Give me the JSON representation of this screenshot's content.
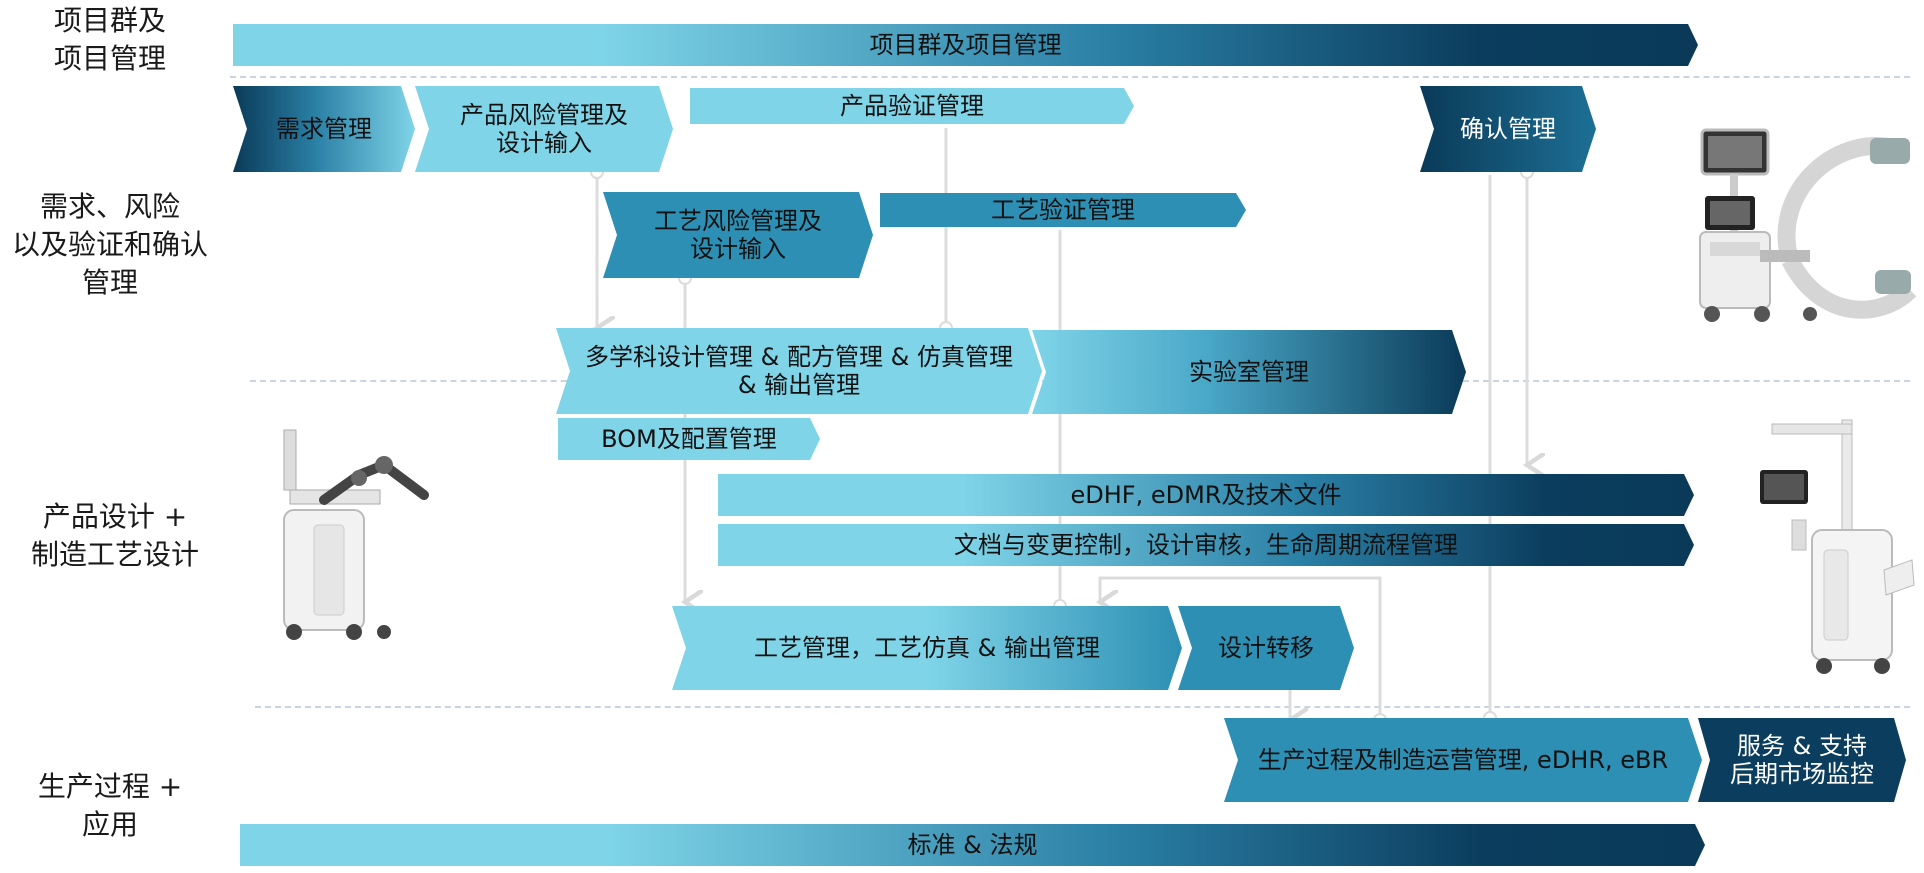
{
  "lanes": [
    {
      "label": "项目群及\n项目管理"
    },
    {
      "label": "需求、风险\n以及验证和确认\n管理"
    },
    {
      "label": "产品设计 +\n制造工艺设计"
    },
    {
      "label": "生产过程 +\n应用"
    }
  ],
  "blocks": {
    "program": "项目群及项目管理",
    "requirements": "需求管理",
    "product_risk": "产品风险管理及\n设计输入",
    "product_verification": "产品验证管理",
    "validation": "确认管理",
    "process_risk": "工艺风险管理及\n设计输入",
    "process_verification": "工艺验证管理",
    "multidisc": "多学科设计管理 & 配方管理 & 仿真管理\n& 输出管理",
    "lab": "实验室管理",
    "bom": "BOM及配置管理",
    "edhf": "eDHF, eDMR及技术文件",
    "docs": "文档与变更控制，设计审核，生命周期流程管理",
    "process_mgmt": "工艺管理，工艺仿真 & 输出管理",
    "transfer": "设计转移",
    "production": "生产过程及制造运营管理, eDHR, eBR",
    "service": "服务 & 支持\n后期市场监控",
    "standards": "标准 & 法规"
  },
  "colors": {
    "light": "#7fd4e8",
    "mid": "#2d8fb3",
    "dark": "#0a3a58",
    "divider": "#c8d4e0"
  },
  "devices": [
    "c-arm-xray-device-image",
    "surgical-robot-device-image",
    "mobile-imaging-cart-image"
  ]
}
